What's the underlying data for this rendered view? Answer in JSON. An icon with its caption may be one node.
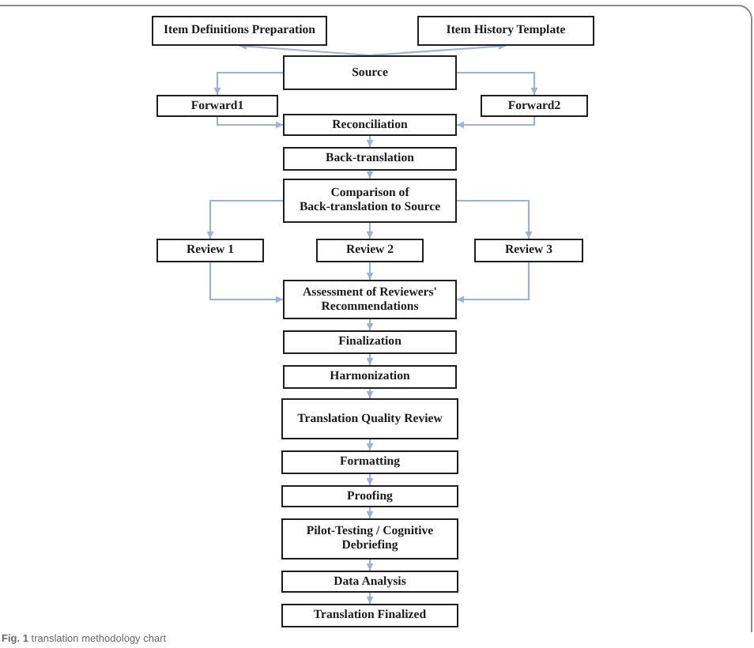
{
  "diagram": {
    "caption": "**Fig. 1** translation methodology chart",
    "nodes": [
      {
        "text": [
          "Item Definitions Preparation"
        ]
      },
      {
        "text": [
          "Item History Template"
        ]
      },
      {
        "text": [
          "Source"
        ]
      },
      {
        "text": [
          "Forward1"
        ]
      },
      {
        "text": [
          "Forward2"
        ]
      },
      {
        "text": [
          "Reconciliation"
        ]
      },
      {
        "text": [
          "Back-translation"
        ]
      },
      {
        "text": [
          "Comparison of Back-translation to Source"
        ]
      },
      {
        "text": [
          "Review 1"
        ]
      },
      {
        "text": [
          "Review 2"
        ]
      },
      {
        "text": [
          "Review 3"
        ]
      },
      {
        "text": [
          "Assessment of Reviewers' Recommendations"
        ]
      },
      {
        "text": [
          "Finalization"
        ]
      },
      {
        "text": [
          "Harmonization"
        ]
      },
      {
        "text": [
          "Translation Quality Review"
        ]
      },
      {
        "text": [
          "Formatting"
        ]
      },
      {
        "text": [
          "Proofing"
        ]
      },
      {
        "text": [
          "Pilot-Testing / Cognitive Debriefing"
        ]
      },
      {
        "text": [
          "Data Analysis"
        ]
      },
      {
        "text": [
          "Translation Finalized"
        ]
      }
    ],
    "edges": [
      {
        "from": 2,
        "to": 0,
        "arrow": "to"
      },
      {
        "from": 2,
        "to": 1,
        "arrow": "to"
      },
      {
        "from": 2,
        "to": 3,
        "arrow": "to"
      },
      {
        "from": 2,
        "to": 4,
        "arrow": "to"
      },
      {
        "from": 3,
        "to": 5,
        "arrow": "to"
      },
      {
        "from": 4,
        "to": 5,
        "arrow": "to"
      },
      {
        "from": 5,
        "to": 6,
        "arrow": "to"
      },
      {
        "from": 6,
        "to": 7,
        "arrow": "to"
      },
      {
        "from": 7,
        "to": 8,
        "arrow": "to"
      },
      {
        "from": 7,
        "to": 9,
        "arrow": "to"
      },
      {
        "from": 7,
        "to": 10,
        "arrow": "to"
      },
      {
        "from": 8,
        "to": 11,
        "arrow": "to"
      },
      {
        "from": 9,
        "to": 11,
        "arrow": "to"
      },
      {
        "from": 10,
        "to": 11,
        "arrow": "to"
      },
      {
        "from": 11,
        "to": 12,
        "arrow": "to"
      },
      {
        "from": 12,
        "to": 13,
        "arrow": "to"
      },
      {
        "from": 13,
        "to": 14,
        "arrow": "to"
      },
      {
        "from": 14,
        "to": 15,
        "arrow": "to"
      },
      {
        "from": 15,
        "to": 16,
        "arrow": "to"
      },
      {
        "from": 16,
        "to": 17,
        "arrow": "to"
      },
      {
        "from": 17,
        "to": 18,
        "arrow": "to"
      },
      {
        "from": 18,
        "to": 19,
        "arrow": "to"
      }
    ]
  }
}
